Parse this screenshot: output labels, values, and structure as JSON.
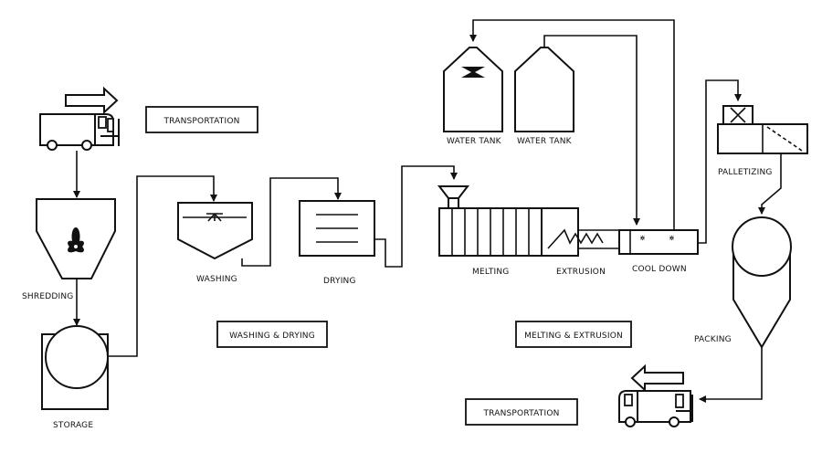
{
  "diagram": {
    "stage_labels": {
      "transportation_in": "TRANSPORTATION",
      "washing_drying": "WASHING & DRYING",
      "melting_extrusion": "MELTING & EXTRUSION",
      "transportation_out": "TRANSPORTATION"
    },
    "step_labels": {
      "shredding": "SHREDDING",
      "storage": "STORAGE",
      "washing": "WASHING",
      "drying": "DRYING",
      "water_tank_1": "WATER TANK",
      "water_tank_2": "WATER TANK",
      "melting": "MELTING",
      "extrusion": "EXTRUSION",
      "cool_down": "COOL DOWN",
      "palletizing": "PALLETIZING",
      "packing": "PACKING"
    },
    "icons": [
      "truck-in-icon",
      "truck-out-icon",
      "fan-icon",
      "sprinkler-icon"
    ]
  }
}
